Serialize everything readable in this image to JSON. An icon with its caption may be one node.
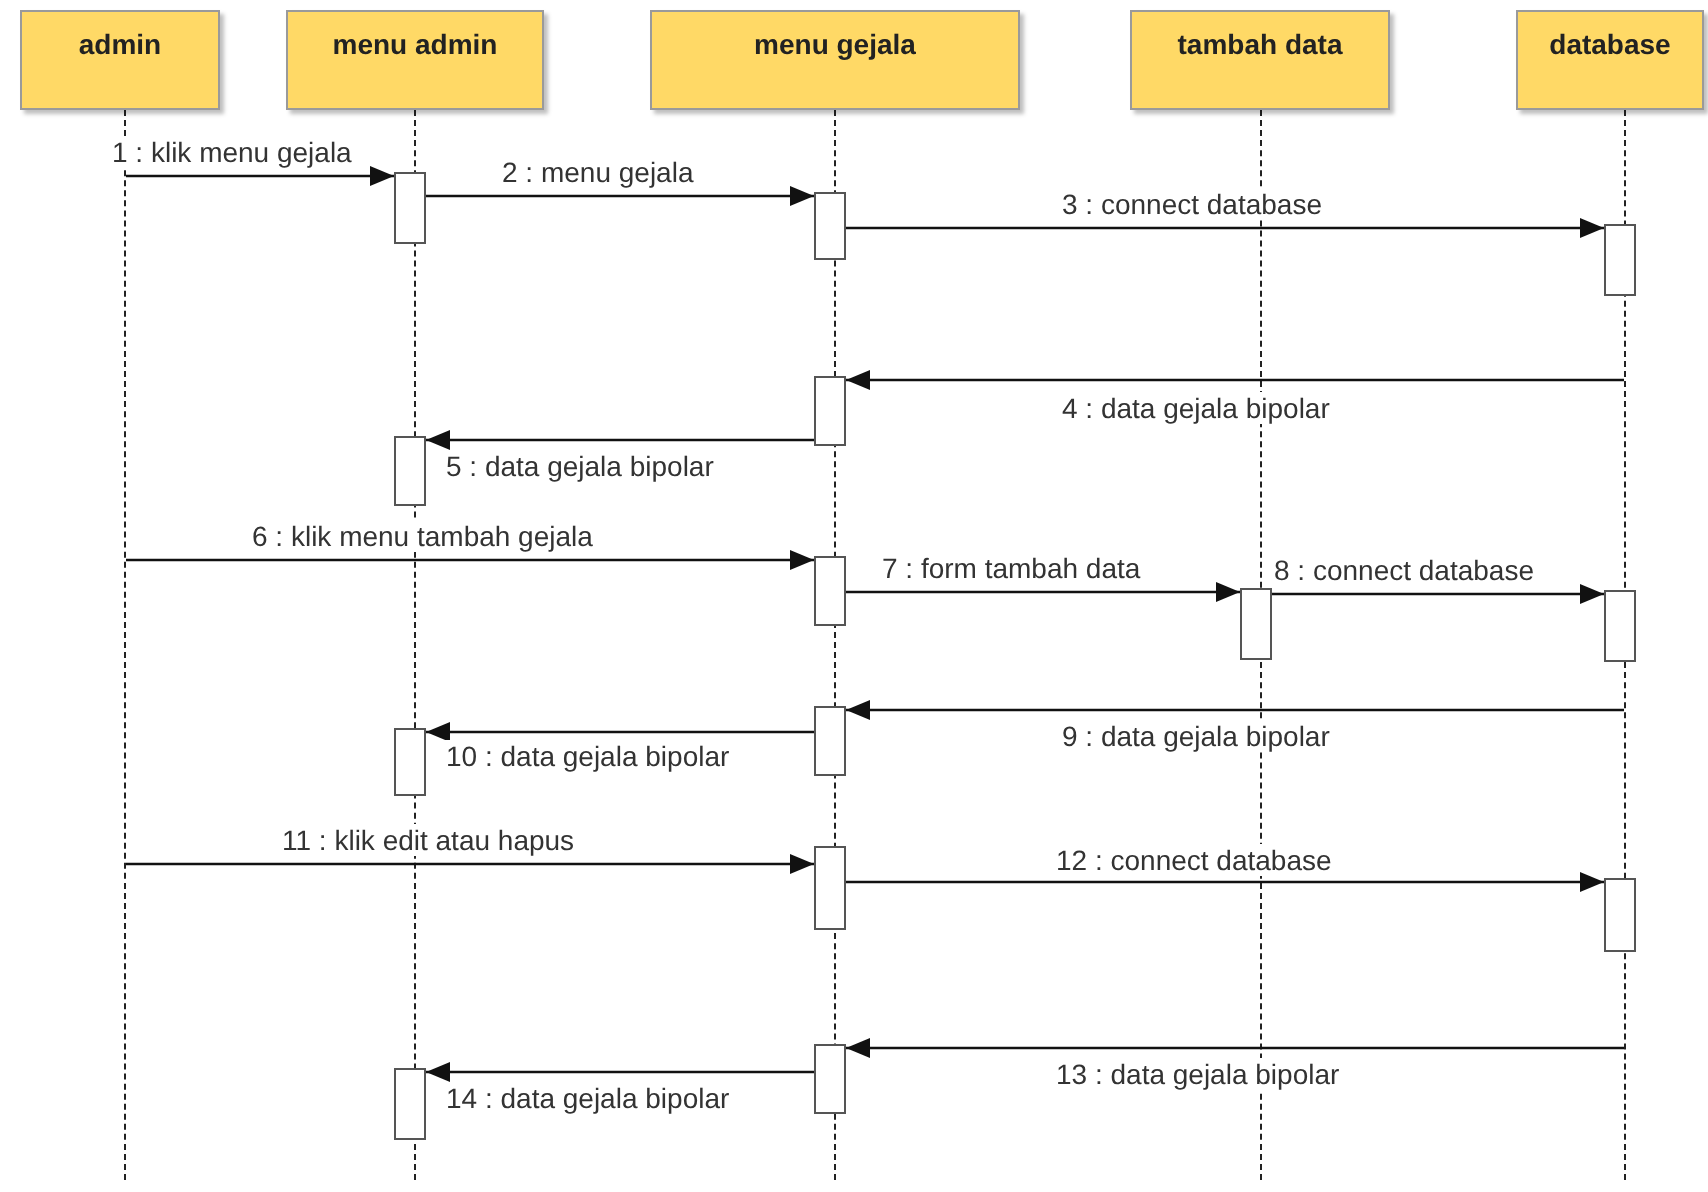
{
  "diagram": {
    "nodes": [
      {
        "text": [
          "admin"
        ]
      },
      {
        "text": [
          "menu admin"
        ]
      },
      {
        "text": [
          "menu gejala"
        ]
      },
      {
        "text": [
          "tambah data"
        ]
      },
      {
        "text": [
          "database"
        ]
      },
      {
        "text": [],
        "shape": "line"
      },
      {
        "text": [],
        "shape": "line"
      },
      {
        "text": [],
        "shape": "line"
      },
      {
        "text": [],
        "shape": "line"
      },
      {
        "text": [],
        "shape": "line"
      },
      {
        "text": [],
        "shape": "bar"
      },
      {
        "text": [],
        "shape": "bar"
      },
      {
        "text": [],
        "shape": "bar"
      },
      {
        "text": [],
        "shape": "bar"
      },
      {
        "text": [],
        "shape": "bar"
      },
      {
        "text": [],
        "shape": "bar"
      },
      {
        "text": [],
        "shape": "bar"
      },
      {
        "text": [],
        "shape": "bar"
      },
      {
        "text": [],
        "shape": "bar"
      },
      {
        "text": [],
        "shape": "bar"
      },
      {
        "text": [],
        "shape": "bar"
      },
      {
        "text": [],
        "shape": "bar"
      },
      {
        "text": [],
        "shape": "bar"
      },
      {
        "text": [],
        "shape": "bar"
      }
    ],
    "edges": [
      {
        "from": 5,
        "to": 10,
        "arrow": "to",
        "label": "1 : klik menu gejala"
      },
      {
        "from": 10,
        "to": 11,
        "arrow": "to",
        "label": "2 : menu gejala"
      },
      {
        "from": 11,
        "to": 12,
        "arrow": "to",
        "label": "3 : connect database"
      },
      {
        "from": 9,
        "to": 13,
        "arrow": "to",
        "label": "4 : data gejala bipolar"
      },
      {
        "from": 13,
        "to": 14,
        "arrow": "to",
        "label": "5 : data gejala bipolar"
      },
      {
        "from": 5,
        "to": 15,
        "arrow": "to",
        "label": "6 : klik menu tambah gejala"
      },
      {
        "from": 15,
        "to": 16,
        "arrow": "to",
        "label": "7 : form tambah data"
      },
      {
        "from": 16,
        "to": 17,
        "arrow": "to",
        "label": "8 : connect database"
      },
      {
        "from": 9,
        "to": 18,
        "arrow": "to",
        "label": "9 : data gejala bipolar"
      },
      {
        "from": 18,
        "to": 19,
        "arrow": "to",
        "label": "10 : data gejala bipolar"
      },
      {
        "from": 5,
        "to": 20,
        "arrow": "to",
        "label": "11 : klik edit atau hapus"
      },
      {
        "from": 20,
        "to": 21,
        "arrow": "to",
        "label": "12 : connect database"
      },
      {
        "from": 9,
        "to": 22,
        "arrow": "to",
        "label": "13 : data gejala bipolar"
      },
      {
        "from": 22,
        "to": 23,
        "arrow": "to",
        "label": "14 : data gejala bipolar"
      }
    ]
  }
}
